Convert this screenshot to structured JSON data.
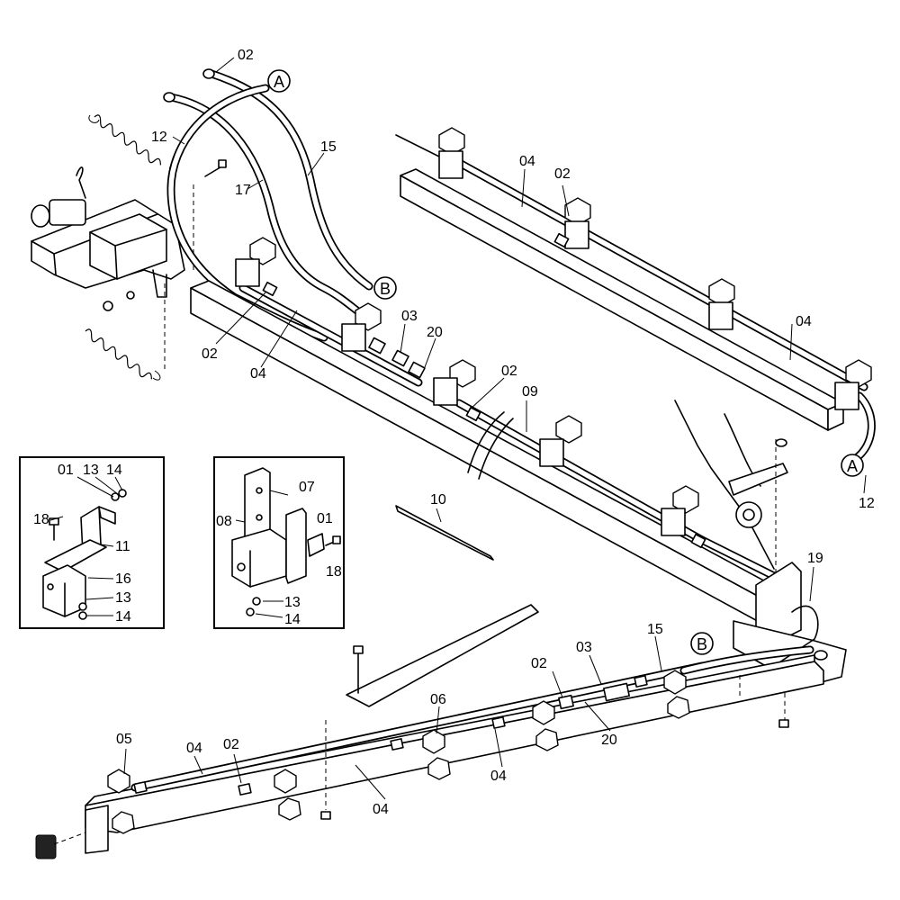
{
  "diagram": {
    "callouts": {
      "A_top": "A",
      "A_right": "A",
      "B_upper": "B",
      "B_lower": "B"
    },
    "labels": {
      "l02_top": "02",
      "l12_left": "12",
      "l17": "17",
      "l15_upper": "15",
      "l04_right_upper": "04",
      "l02_right_upper": "02",
      "l04_right_lower": "04",
      "l03_upper": "03",
      "l20_upper": "20",
      "l02_left_mid": "02",
      "l04_left_mid": "04",
      "l02_mid": "02",
      "l09": "09",
      "l12_right": "12",
      "l10": "10",
      "l19": "19",
      "l15_lower": "15",
      "l03_lower": "03",
      "l02_lower_mid": "02",
      "l20_lower": "20",
      "l06": "06",
      "l04_lower_center": "04",
      "l04_lower_mid": "04",
      "l05": "05",
      "l04_lower_left": "04",
      "l02_lower_left": "02"
    },
    "inset1": {
      "l01": "01",
      "l13": "13",
      "l14": "14",
      "l18": "18",
      "l11": "11",
      "l16": "16",
      "l13b": "13",
      "l14b": "14"
    },
    "inset2": {
      "l07": "07",
      "l08": "08",
      "l01": "01",
      "l18": "18",
      "l13": "13",
      "l14": "14"
    }
  }
}
